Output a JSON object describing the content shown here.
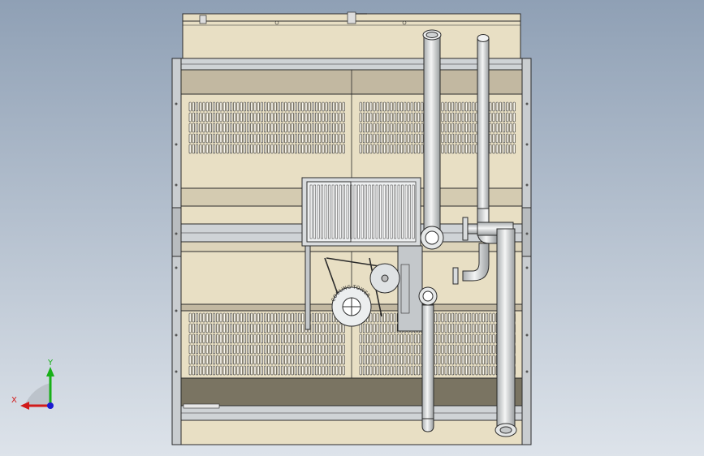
{
  "viewport": {
    "background_top": "#8fa0b5",
    "background_bottom": "#dde3ea"
  },
  "model": {
    "panel_color": "#e8dfc4",
    "shade_color": "#c2b8a1",
    "dark_band_color": "#7a7462",
    "frame_color": "#bfc4c8",
    "pipe_color": "#e2e4e4",
    "outline_color": "#2b2b2b",
    "nameplate_text": "COOLING TOWER"
  },
  "triad": {
    "x_label": "X",
    "y_label": "Y",
    "x_color": "#d11a1a",
    "y_color": "#18b018",
    "z_color": "#1a1ad1"
  }
}
